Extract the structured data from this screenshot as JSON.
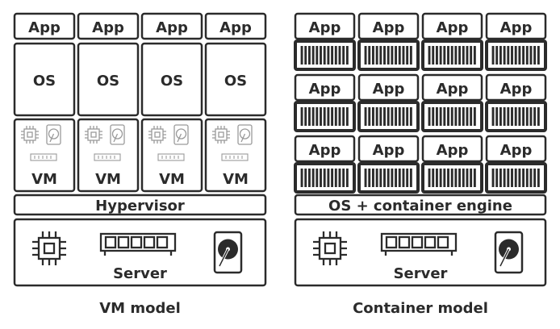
{
  "vm_model": {
    "caption": "VM model",
    "app_label": "App",
    "os_label": "OS",
    "vm_label": "VM",
    "hypervisor_label": "Hypervisor",
    "server_label": "Server",
    "columns": 4
  },
  "container_model": {
    "caption": "Container model",
    "app_label": "App",
    "engine_label": "OS + container engine",
    "server_label": "Server",
    "rows": 3,
    "columns": 4
  },
  "colors": {
    "stroke": "#2b2b2b",
    "background": "#ffffff"
  },
  "icons": [
    "cpu-icon",
    "memory-icon",
    "hard-disk-icon",
    "container-bars-icon"
  ]
}
